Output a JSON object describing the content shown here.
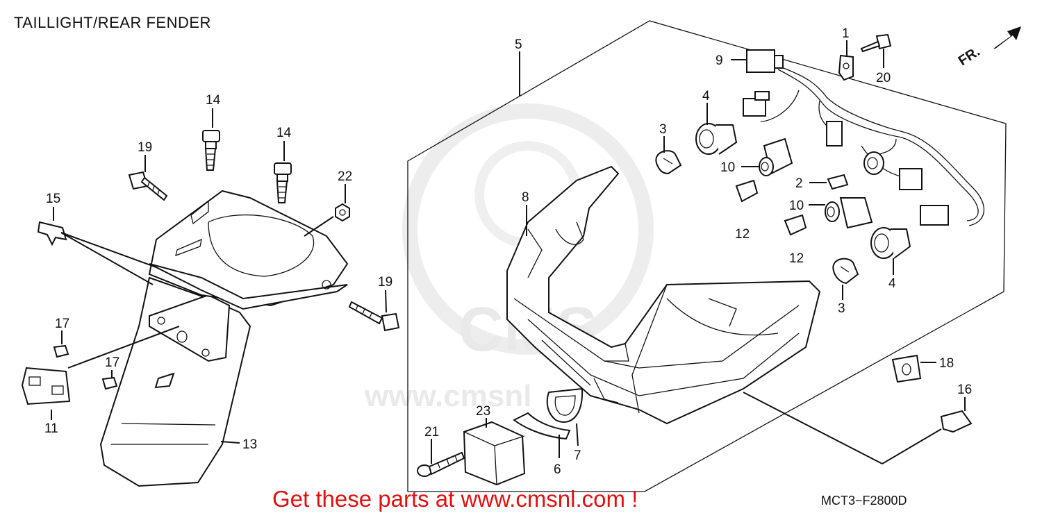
{
  "diagram": {
    "title": "TAILLIGHT/REAR FENDER",
    "promo_text": "Get these parts at www.cmsnl.com !",
    "diagram_code": "MCT3−F2800D",
    "direction_label": "FR.",
    "watermark": {
      "top": "CMS",
      "bottom": "www.cmsnl"
    },
    "callouts": [
      {
        "id": "c1",
        "label": "1"
      },
      {
        "id": "c2",
        "label": "2"
      },
      {
        "id": "c3a",
        "label": "3"
      },
      {
        "id": "c3b",
        "label": "3"
      },
      {
        "id": "c4a",
        "label": "4"
      },
      {
        "id": "c4b",
        "label": "4"
      },
      {
        "id": "c5",
        "label": "5"
      },
      {
        "id": "c6",
        "label": "6"
      },
      {
        "id": "c7",
        "label": "7"
      },
      {
        "id": "c8",
        "label": "8"
      },
      {
        "id": "c9",
        "label": "9"
      },
      {
        "id": "c10a",
        "label": "10"
      },
      {
        "id": "c10b",
        "label": "10"
      },
      {
        "id": "c11",
        "label": "11"
      },
      {
        "id": "c12a",
        "label": "12"
      },
      {
        "id": "c12b",
        "label": "12"
      },
      {
        "id": "c13",
        "label": "13"
      },
      {
        "id": "c14a",
        "label": "14"
      },
      {
        "id": "c14b",
        "label": "14"
      },
      {
        "id": "c15",
        "label": "15"
      },
      {
        "id": "c16",
        "label": "16"
      },
      {
        "id": "c17a",
        "label": "17"
      },
      {
        "id": "c17b",
        "label": "17"
      },
      {
        "id": "c18",
        "label": "18"
      },
      {
        "id": "c19a",
        "label": "19"
      },
      {
        "id": "c19b",
        "label": "19"
      },
      {
        "id": "c20",
        "label": "20"
      },
      {
        "id": "c21",
        "label": "21"
      },
      {
        "id": "c22",
        "label": "22"
      },
      {
        "id": "c23",
        "label": "23"
      }
    ]
  }
}
